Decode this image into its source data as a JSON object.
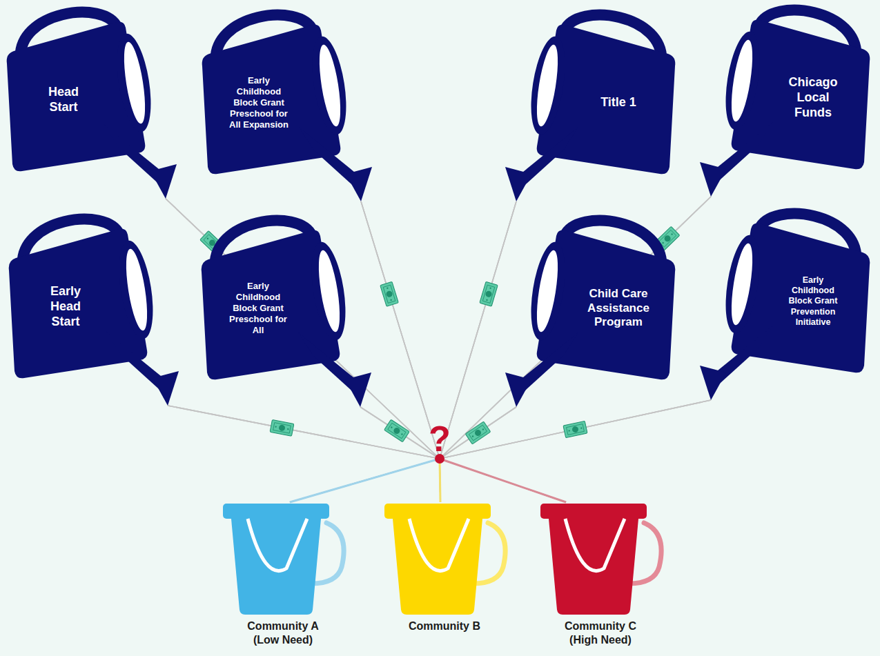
{
  "diagram": {
    "nodes": [
      {
        "text": [
          "Head Start"
        ]
      },
      {
        "text": [
          "Early Childhood Block Grant Preschool for All Expansion"
        ]
      },
      {
        "text": [
          "Title 1"
        ]
      },
      {
        "text": [
          "Chicago Local Funds"
        ]
      },
      {
        "text": [
          "Early Head Start"
        ]
      },
      {
        "text": [
          "Early Childhood Block Grant Preschool for All"
        ]
      },
      {
        "text": [
          "Child Care Assistance Program"
        ]
      },
      {
        "text": [
          "Early Childhood Block Grant Prevention Initiative"
        ]
      },
      {
        "text": [
          "Community A (Low Need)"
        ]
      },
      {
        "text": [
          "Community B"
        ]
      },
      {
        "text": [
          "Community C (High Need)"
        ]
      }
    ],
    "edges": [
      {
        "from": 0,
        "to": 8,
        "arrow": "none"
      },
      {
        "from": 0,
        "to": 9,
        "arrow": "none"
      },
      {
        "from": 0,
        "to": 10,
        "arrow": "none"
      },
      {
        "from": 1,
        "to": 8,
        "arrow": "none"
      },
      {
        "from": 1,
        "to": 9,
        "arrow": "none"
      },
      {
        "from": 1,
        "to": 10,
        "arrow": "none"
      },
      {
        "from": 2,
        "to": 8,
        "arrow": "none"
      },
      {
        "from": 2,
        "to": 9,
        "arrow": "none"
      },
      {
        "from": 2,
        "to": 10,
        "arrow": "none"
      },
      {
        "from": 3,
        "to": 8,
        "arrow": "none"
      },
      {
        "from": 3,
        "to": 9,
        "arrow": "none"
      },
      {
        "from": 3,
        "to": 10,
        "arrow": "none"
      },
      {
        "from": 4,
        "to": 8,
        "arrow": "none"
      },
      {
        "from": 4,
        "to": 9,
        "arrow": "none"
      },
      {
        "from": 4,
        "to": 10,
        "arrow": "none"
      },
      {
        "from": 5,
        "to": 8,
        "arrow": "none"
      },
      {
        "from": 5,
        "to": 9,
        "arrow": "none"
      },
      {
        "from": 5,
        "to": 10,
        "arrow": "none"
      },
      {
        "from": 6,
        "to": 8,
        "arrow": "none"
      },
      {
        "from": 6,
        "to": 9,
        "arrow": "none"
      },
      {
        "from": 6,
        "to": 10,
        "arrow": "none"
      },
      {
        "from": 7,
        "to": 8,
        "arrow": "none"
      },
      {
        "from": 7,
        "to": 9,
        "arrow": "none"
      },
      {
        "from": 7,
        "to": 10,
        "arrow": "none"
      }
    ],
    "labels": [
      "?"
    ]
  }
}
